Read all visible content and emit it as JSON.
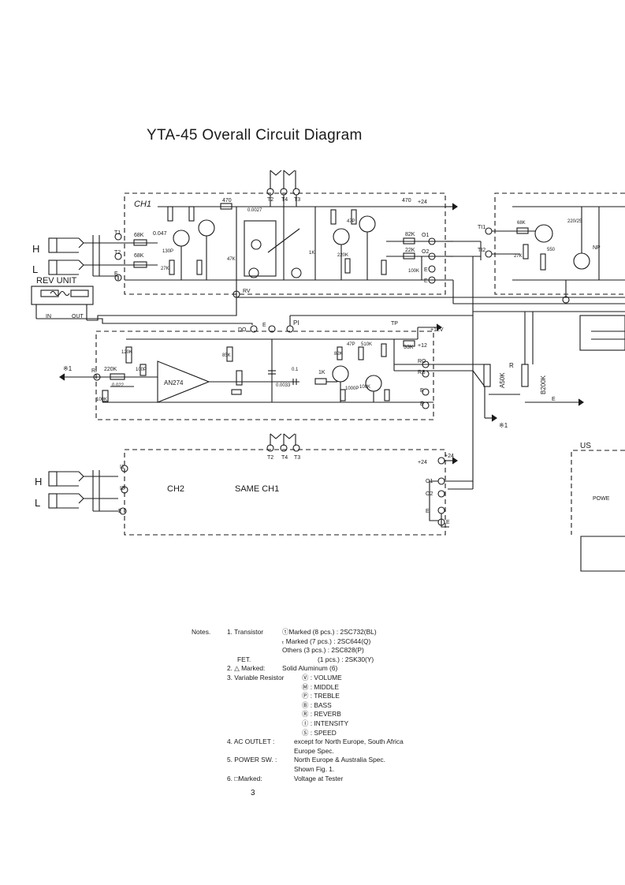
{
  "title": "YTA-45 Overall Circuit Diagram",
  "page_number": "3",
  "ch1": {
    "label": "CH1",
    "input_hi": "H",
    "input_lo": "L",
    "rev_unit": "REV UNIT",
    "rev_in": "IN",
    "rev_out": "OUT",
    "values": {
      "r68k_a": "68K",
      "r68k_b": "68K",
      "c0047": "0.047",
      "r470_a": "470",
      "c00027": "0.0027",
      "r470_b": "470",
      "r82k": "82K",
      "r22k": "22K",
      "r47k": "47K",
      "r220k": "220K",
      "r100k": "100K",
      "r27k": "27K",
      "c47p": "47P",
      "c130p": "130P",
      "r1k": "1K",
      "v24": "+24"
    },
    "terminals": [
      "T2",
      "T4",
      "T3",
      "T1",
      "T2",
      "O1",
      "O2",
      "E",
      "E",
      "E",
      "RV"
    ]
  },
  "preamp": {
    "ic": "AN274",
    "ri": "RI",
    "r220k": "220K",
    "c0022": "0.022",
    "r120k": "120K",
    "r100k": "100K",
    "c100p": "100P",
    "r85k": "85K",
    "c00033": "0.0033",
    "c01": "0.1",
    "r1k": "1K",
    "c47p": "47P",
    "r82k": "82K",
    "r510k": "510K",
    "r33k": "33K",
    "c1000p": "1000P",
    "r100k_b": "100K",
    "star1": "※1",
    "star1_out": "※1",
    "pi": "PI",
    "do": "DO",
    "e": "E",
    "tp": "TP",
    "v12": "+12V",
    "v12b": "+12",
    "ro": "RO",
    "rs": "RS",
    "e2": "E",
    "e3": "E",
    "e_out": "E",
    "a50k": "A50K",
    "b200k": "B200K",
    "r_mark": "R"
  },
  "power_amp": {
    "ti1": "TI1",
    "ti2": "TI2",
    "r68k": "68K",
    "r27k": "27K",
    "r550": "550",
    "c220_25": "220/25",
    "np": "NP"
  },
  "ch2": {
    "label": "CH2",
    "same": "SAME CH1",
    "input_hi": "H",
    "input_lo": "L",
    "v24": "+24",
    "v24b": "+24",
    "terminals": [
      "T2",
      "T4",
      "T3",
      "I1",
      "I2",
      "E",
      "O1",
      "O2",
      "E",
      "E"
    ]
  },
  "us": {
    "label": "US",
    "power": "POWE"
  },
  "notes": {
    "heading": "Notes.",
    "lines": [
      [
        "1. Transistor",
        "ⓣMarked (8 pcs.) : 2SC732(BL)"
      ],
      [
        "",
        "ₜ Marked (7 pcs.) : 2SC644(Q)"
      ],
      [
        "",
        "Others  (3 pcs.) : 2SC828(P)"
      ],
      [
        "FET.",
        "(1 pcs.) : 2SK30(Y)"
      ],
      [
        "2. △ Marked:",
        "Solid Aluminum (6)"
      ],
      [
        "3. Variable Resistor",
        "Ⓥ : VOLUME"
      ],
      [
        "",
        "Ⓜ : MIDDLE"
      ],
      [
        "",
        "Ⓟ : TREBLE"
      ],
      [
        "",
        "Ⓑ : BASS"
      ],
      [
        "",
        "Ⓡ : REVERB"
      ],
      [
        "",
        "Ⓘ : INTENSITY"
      ],
      [
        "",
        "Ⓢ : SPEED"
      ],
      [
        "4. AC OUTLET :",
        "except for North Europe, South Africa"
      ],
      [
        "",
        "Europe Spec."
      ],
      [
        "5. POWER SW. :",
        "North Europe & Australia Spec."
      ],
      [
        "",
        "Shown Fig. 1."
      ],
      [
        "6. □Marked:",
        "Voltage at Tester"
      ]
    ]
  }
}
